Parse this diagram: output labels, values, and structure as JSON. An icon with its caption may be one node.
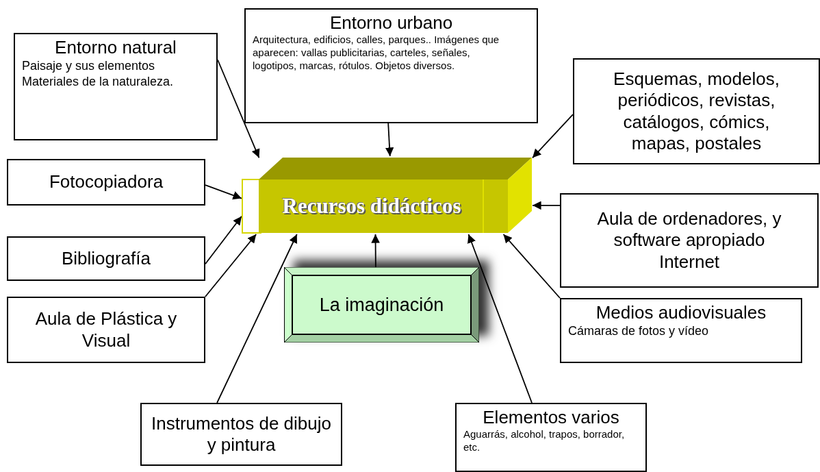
{
  "diagram": {
    "nodes": [
      {
        "text": [
          "Recursos didácticos"
        ]
      },
      {
        "text": [
          "Entorno natural",
          "Paisaje y sus elementos Materiales de la naturaleza."
        ]
      },
      {
        "text": [
          "Entorno urbano",
          "Arquitectura, edificios, calles, parques.. Imágenes que aparecen: vallas publicitarias, carteles, señales, logotipos, marcas, rótulos. Objetos diversos."
        ]
      },
      {
        "text": [
          "Esquemas, modelos, periódicos, revistas, catálogos, cómics, mapas, postales"
        ]
      },
      {
        "text": [
          "Fotocopiadora"
        ]
      },
      {
        "text": [
          "Aula de ordenadores, y software apropiado Internet"
        ]
      },
      {
        "text": [
          "Bibliografía"
        ]
      },
      {
        "text": [
          "Medios audiovisuales",
          "Cámaras de fotos y vídeo"
        ]
      },
      {
        "text": [
          "Aula de Plástica y Visual"
        ]
      },
      {
        "text": [
          "La imaginación"
        ]
      },
      {
        "text": [
          "Instrumentos de dibujo y pintura"
        ]
      },
      {
        "text": [
          "Elementos varios",
          "Aguarrás, alcohol, trapos, borrador, etc."
        ]
      }
    ],
    "edges": [
      {
        "from": 1,
        "to": 0,
        "arrow": "to"
      },
      {
        "from": 2,
        "to": 0,
        "arrow": "to"
      },
      {
        "from": 3,
        "to": 0,
        "arrow": "to"
      },
      {
        "from": 4,
        "to": 0,
        "arrow": "to"
      },
      {
        "from": 5,
        "to": 0,
        "arrow": "to"
      },
      {
        "from": 6,
        "to": 0,
        "arrow": "to"
      },
      {
        "from": 8,
        "to": 0,
        "arrow": "to"
      },
      {
        "from": 7,
        "to": 0,
        "arrow": "to"
      },
      {
        "from": 9,
        "to": 0,
        "arrow": "to"
      },
      {
        "from": 10,
        "to": 0,
        "arrow": "to"
      },
      {
        "from": 11,
        "to": 0,
        "arrow": "to"
      }
    ]
  }
}
